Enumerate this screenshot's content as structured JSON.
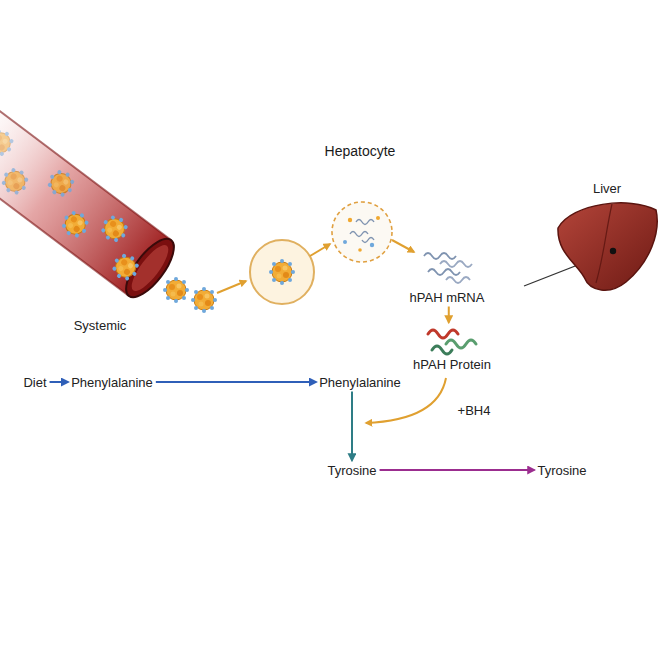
{
  "diagram": {
    "nodes": [
      {
        "text": [
          "Hepatocyte"
        ]
      },
      {
        "text": [
          "Diet"
        ]
      },
      {
        "text": [
          "Phenylalanine"
        ]
      },
      {
        "text": [
          "Phenylalanine"
        ],
        "in": 0
      },
      {
        "text": [
          "hPAH mRNA"
        ],
        "in": 0
      },
      {
        "text": [
          "hPAH Protein"
        ],
        "in": 0
      },
      {
        "text": [
          "Tyrosine"
        ],
        "in": 0
      },
      {
        "text": [
          "Tyrosine"
        ]
      }
    ],
    "edges": [
      {
        "from": 1,
        "to": 2,
        "arrow": "to"
      },
      {
        "from": 2,
        "to": 3,
        "arrow": "to"
      },
      {
        "from": 3,
        "to": 6,
        "arrow": "to"
      },
      {
        "from": 6,
        "to": 7,
        "arrow": "to"
      },
      {
        "from": 4,
        "to": 5,
        "arrow": "to"
      }
    ],
    "labels": [
      "Systemic",
      "+BH4",
      "Liver"
    ]
  }
}
